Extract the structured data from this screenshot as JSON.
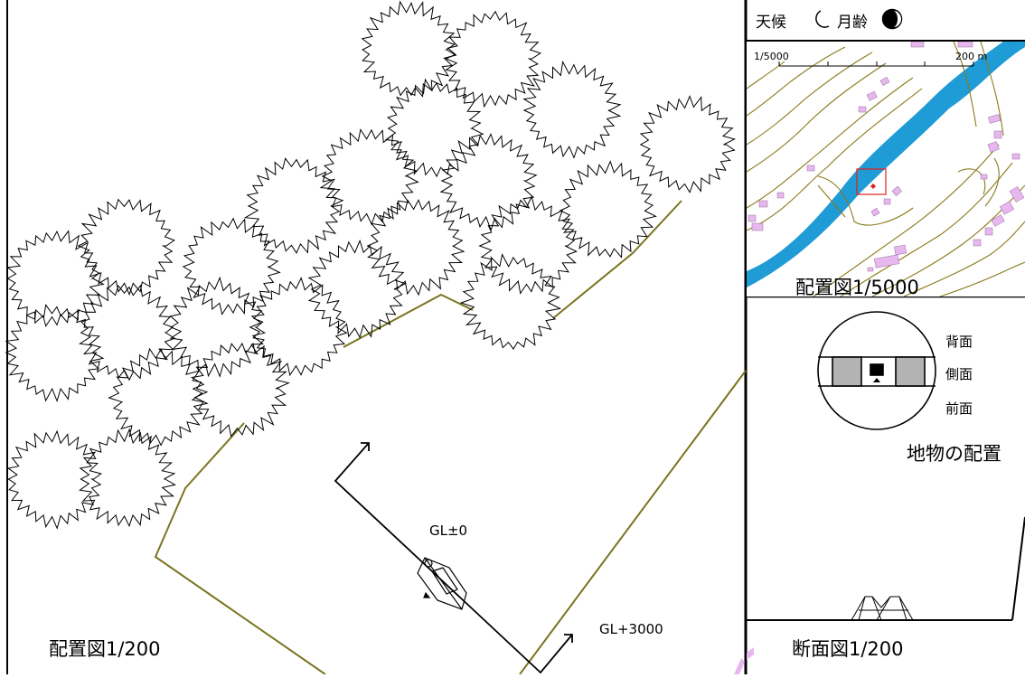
{
  "site_plan": {
    "title": "配置図1/200",
    "gl_upper": "GL±0",
    "gl_lower": "GL+3000"
  },
  "header": {
    "weather_label": "天候",
    "moon_age_label": "月齢"
  },
  "location_map": {
    "scale_left": "1/5000",
    "scale_right": "200 m",
    "title": "配置図1/5000",
    "colors": {
      "river": "#1f9bd6",
      "contour": "#8a7a1a",
      "building": "#e7b8ee",
      "marker": "#e02020"
    }
  },
  "feature_legend": {
    "back_label": "背面",
    "side_label": "側面",
    "front_label": "前面",
    "title": "地物の配置"
  },
  "section_view": {
    "title": "断面図1/200"
  },
  "colors": {
    "boundary": "#7a7420",
    "foliage": "#000000"
  }
}
